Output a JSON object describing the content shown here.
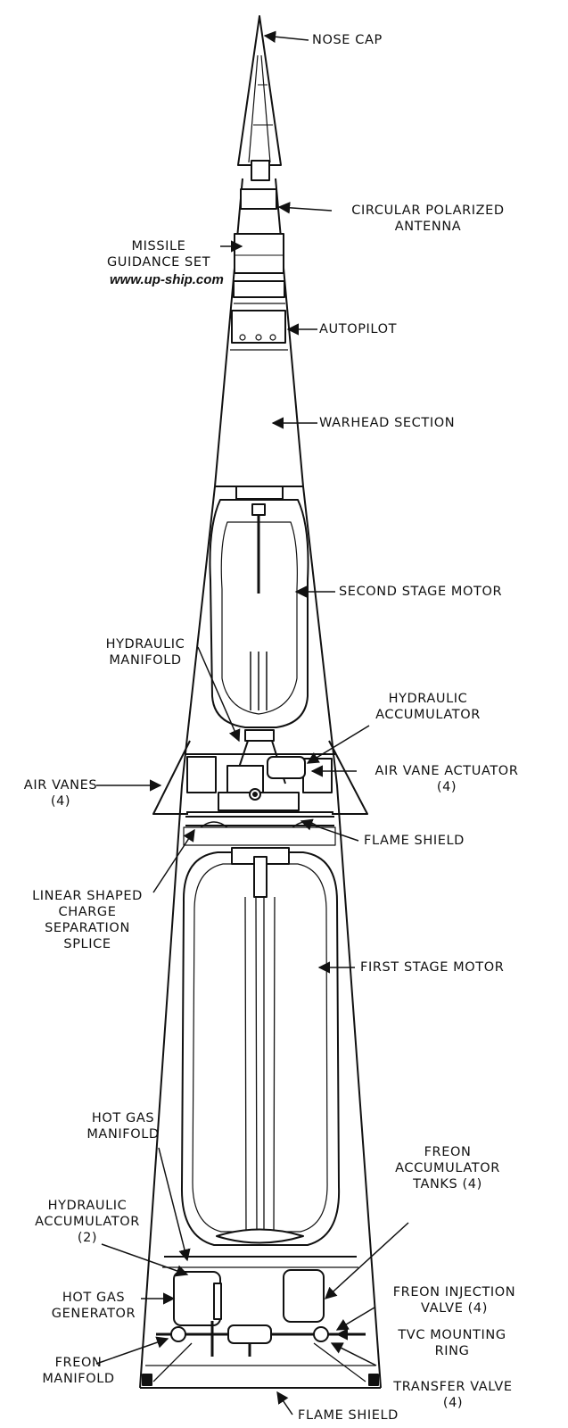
{
  "diagram": {
    "watermark": "www.up-ship.com",
    "labels": {
      "nose_cap": "NOSE CAP",
      "antenna_l1": "CIRCULAR POLARIZED",
      "antenna_l2": "ANTENNA",
      "guidance_l1": "MISSILE",
      "guidance_l2": "GUIDANCE SET",
      "autopilot": "AUTOPILOT",
      "warhead": "WARHEAD SECTION",
      "second_stage": "SECOND STAGE MOTOR",
      "hyd_manifold_l1": "HYDRAULIC",
      "hyd_manifold_l2": "MANIFOLD",
      "hyd_acc_top_l1": "HYDRAULIC",
      "hyd_acc_top_l2": "ACCUMULATOR",
      "air_vanes_l1": "AIR VANES",
      "air_vanes_l2": "(4)",
      "vane_actuator_l1": "AIR VANE ACTUATOR",
      "vane_actuator_l2": "(4)",
      "flame_shield_upper": "FLAME SHIELD",
      "lsc_l1": "LINEAR SHAPED",
      "lsc_l2": "CHARGE",
      "lsc_l3": "SEPARATION",
      "lsc_l4": "SPLICE",
      "first_stage": "FIRST STAGE MOTOR",
      "hot_gas_manifold_l1": "HOT GAS",
      "hot_gas_manifold_l2": "MANIFOLD",
      "freon_tanks_l1": "FREON",
      "freon_tanks_l2": "ACCUMULATOR",
      "freon_tanks_l3": "TANKS (4)",
      "hyd_acc_low_l1": "HYDRAULIC",
      "hyd_acc_low_l2": "ACCUMULATOR",
      "hyd_acc_low_l3": "(2)",
      "freon_inj_l1": "FREON INJECTION",
      "freon_inj_l2": "VALVE (4)",
      "hot_gas_gen_l1": "HOT GAS",
      "hot_gas_gen_l2": "GENERATOR",
      "tvc_l1": "TVC MOUNTING",
      "tvc_l2": "RING",
      "freon_manifold_l1": "FREON",
      "freon_manifold_l2": "MANIFOLD",
      "transfer_valve_l1": "TRANSFER VALVE",
      "transfer_valve_l2": "(4)",
      "flame_shield_lower": "FLAME SHIELD"
    }
  }
}
